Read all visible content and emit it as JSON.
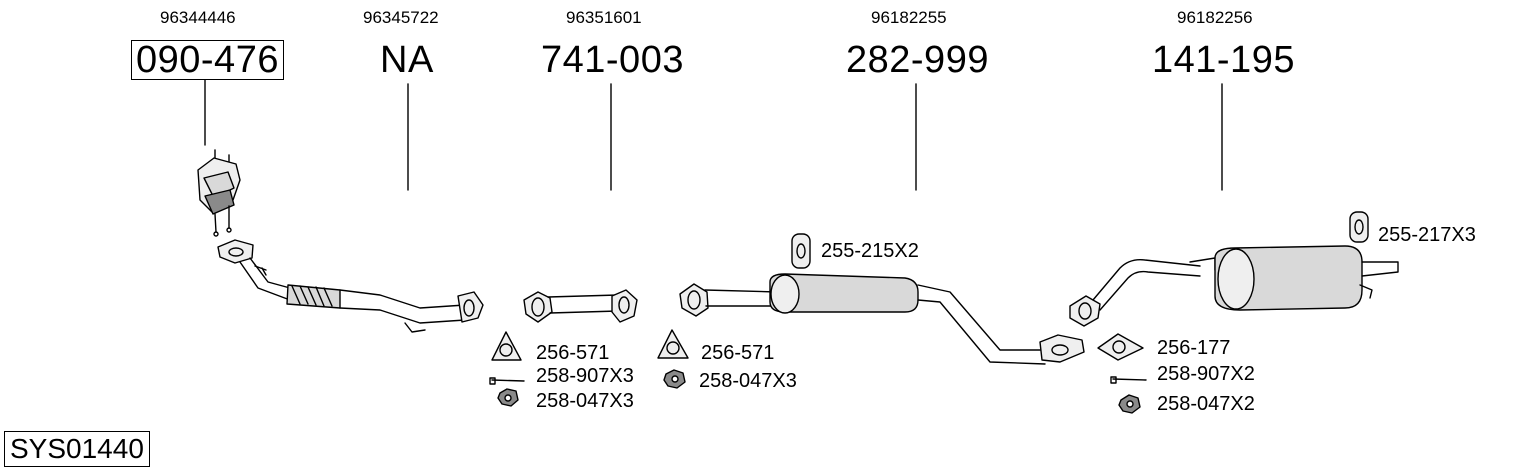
{
  "diagram": {
    "system_code": "SYS01440",
    "parts": [
      {
        "ref": "96344446",
        "number": "090-476"
      },
      {
        "ref": "96345722",
        "number": "NA"
      },
      {
        "ref": "96351601",
        "number": "741-003"
      },
      {
        "ref": "96182255",
        "number": "282-999"
      },
      {
        "ref": "96182256",
        "number": "141-195"
      }
    ],
    "fittings": {
      "seg3": [
        "256-571",
        "258-907X3",
        "258-047X3"
      ],
      "seg4": [
        "256-571",
        "258-047X3"
      ],
      "hanger_mid": "255-215X2",
      "rear": [
        "256-177",
        "258-907X2",
        "258-047X2"
      ],
      "hanger_rear": "255-217X3"
    }
  }
}
